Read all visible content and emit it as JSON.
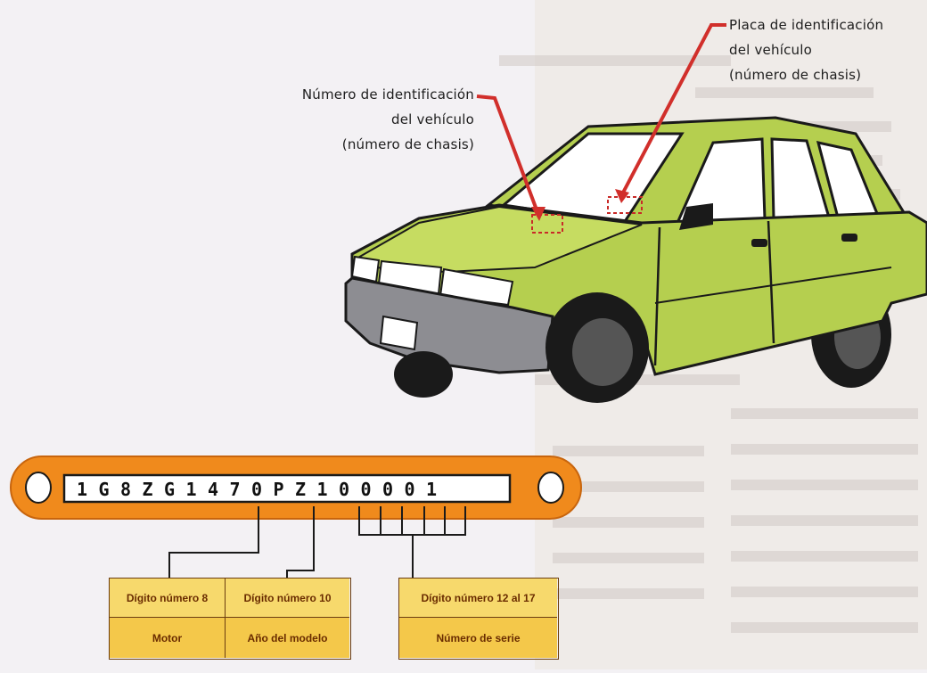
{
  "labels": {
    "vin_location": [
      "Número de identificación",
      "del vehículo",
      "(número de chasis)"
    ],
    "plate_location": [
      "Placa de identificación",
      "del vehículo",
      "(número de chasis)"
    ]
  },
  "vin_plate": {
    "characters": [
      "1",
      "G",
      "8",
      "Z",
      "G",
      "1",
      "4",
      "7",
      "0",
      "P",
      "Z",
      "1",
      "0",
      "0",
      "0",
      "0",
      "1"
    ]
  },
  "legend": {
    "group1": {
      "header_a": "Dígito número 8",
      "header_b": "Dígito número 10",
      "value_a": "Motor",
      "value_b": "Año del modelo"
    },
    "group2": {
      "header": "Dígito número 12 al 17",
      "value": "Número de serie"
    }
  },
  "colors": {
    "car_body": "#b5cf4f",
    "arrow": "#d12f2b",
    "plate_orange": "#f08a1c",
    "legend_fill": "#f6cf50"
  }
}
